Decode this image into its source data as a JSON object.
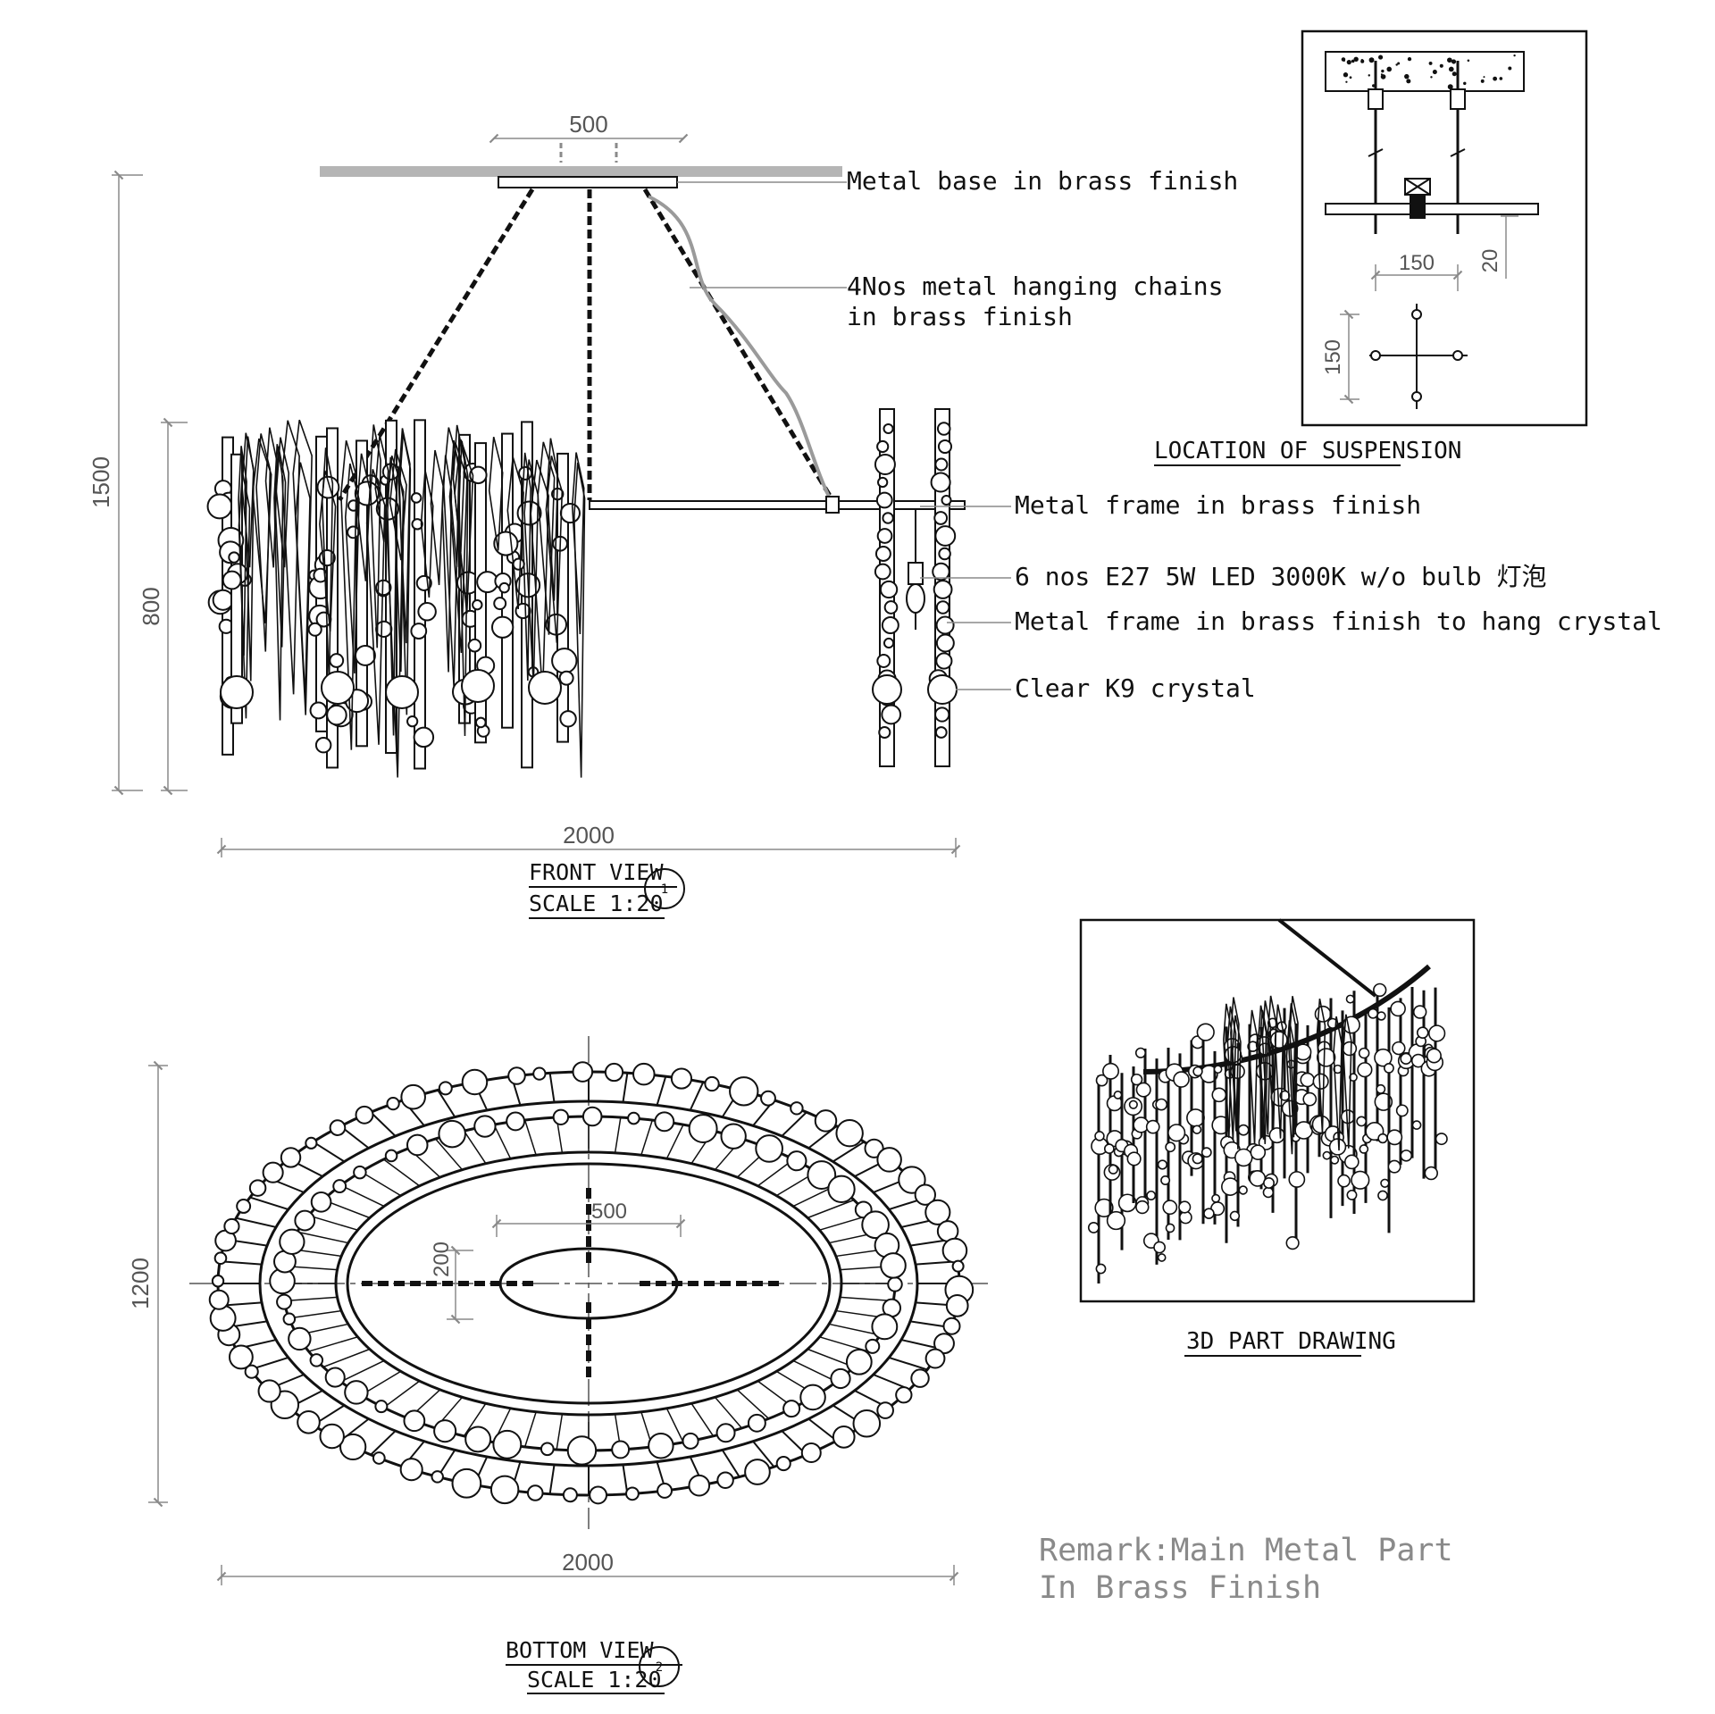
{
  "front_view": {
    "title": "FRONT VIEW",
    "scale": "SCALE 1:20",
    "marker": "1",
    "dims": {
      "top_width": "500",
      "total_height": "1500",
      "body_height": "800",
      "width": "2000"
    }
  },
  "callouts": {
    "base": "Metal base in brass finish",
    "chains_line1": "4Nos metal hanging chains",
    "chains_line2": "in brass finish",
    "frame": "Metal frame in brass finish",
    "bulb": "6 nos E27 5W LED 3000K w/o bulb 灯泡",
    "crystal_frame": "Metal frame in brass finish to hang crystal",
    "crystal": "Clear K9 crystal"
  },
  "suspension": {
    "title": "LOCATION OF SUSPENSION",
    "dims": {
      "spacing_h": "150",
      "drop": "20",
      "spacing_v": "150"
    }
  },
  "bottom_view": {
    "title": "BOTTOM VIEW",
    "scale": "SCALE 1:20",
    "marker": "2",
    "dims": {
      "inner_width": "500",
      "inner_height": "200",
      "height": "1200",
      "width": "2000"
    }
  },
  "part_drawing": {
    "title": "3D PART DRAWING"
  },
  "remark": {
    "line1": "Remark:Main Metal Part",
    "line2": "In Brass Finish"
  },
  "colors": {
    "ink": "#111111",
    "dim_line": "#8a8a8a",
    "ceiling": "#b5b5b5",
    "remark": "#8a8a8a"
  }
}
